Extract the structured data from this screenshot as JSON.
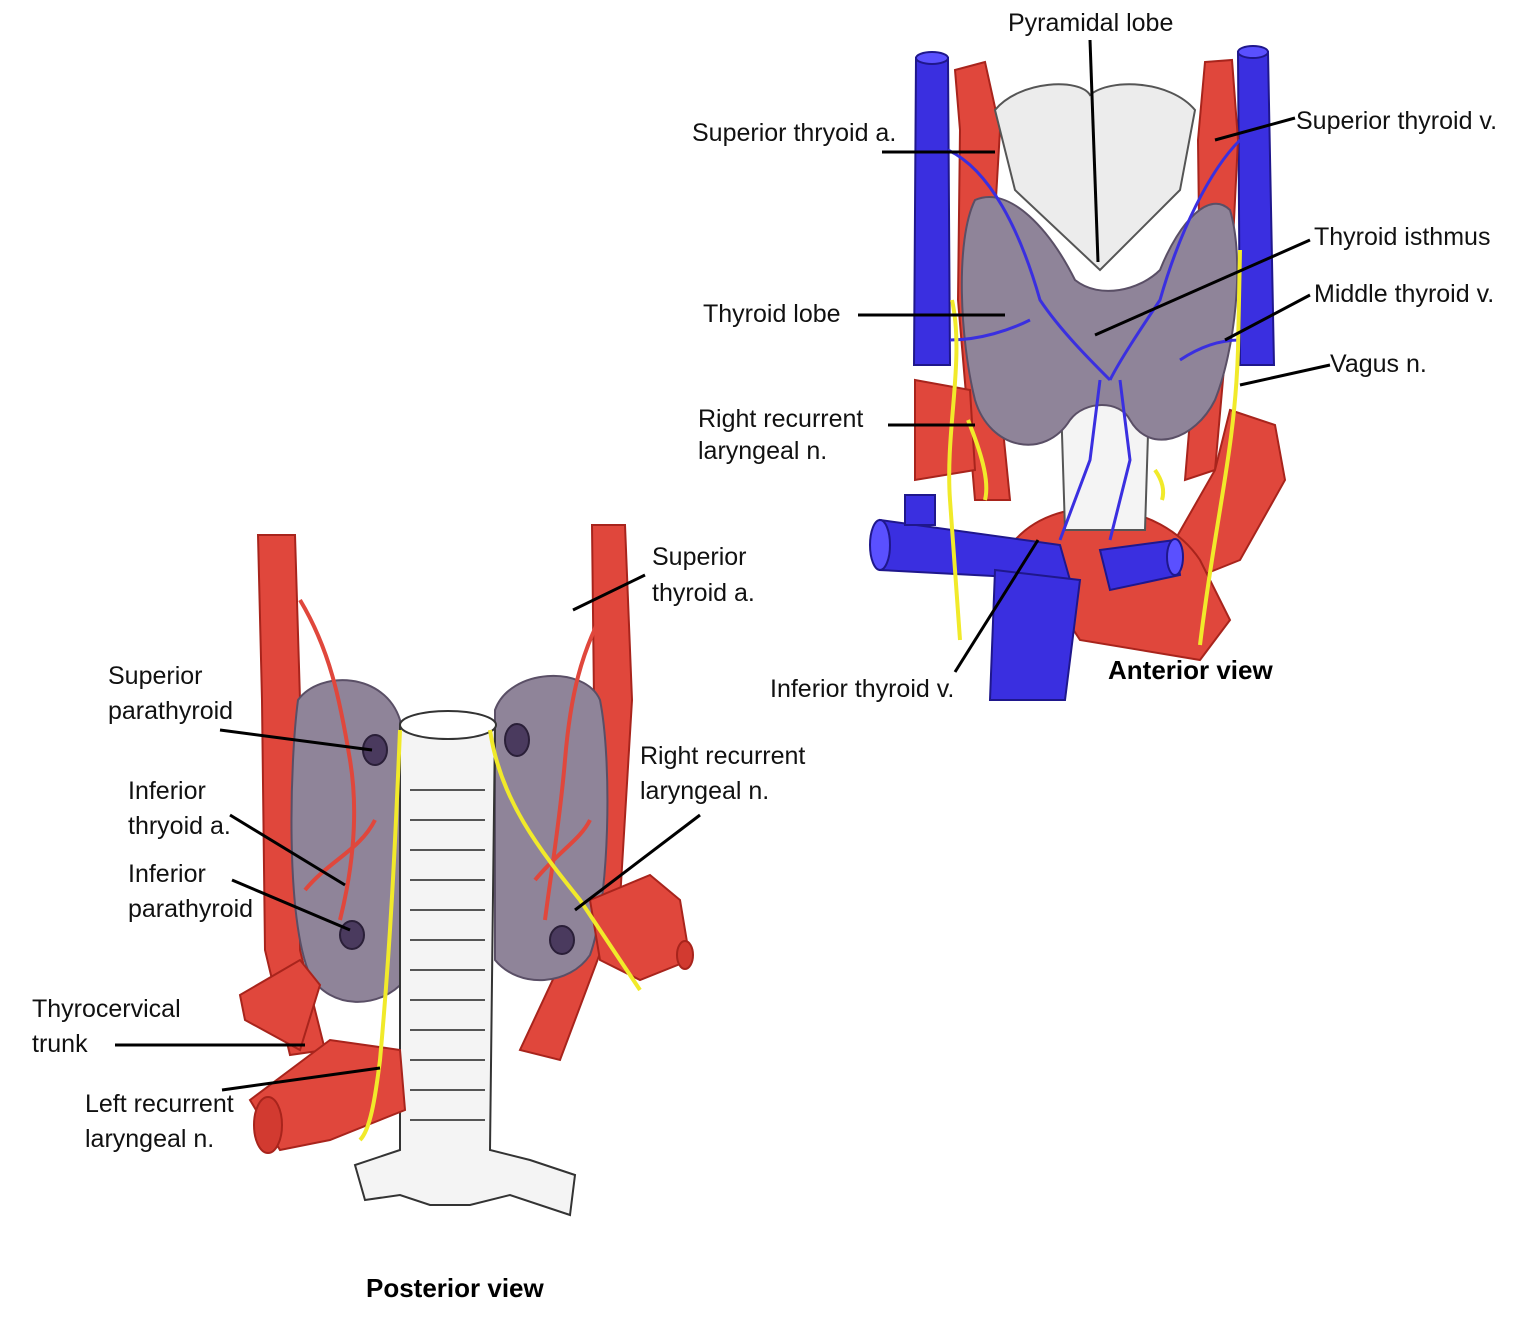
{
  "colors": {
    "artery": "#e0473c",
    "artery_dark": "#a8241c",
    "vein": "#3a2fe0",
    "vein_dark": "#1f178c",
    "thyroid": "#8f8499",
    "thyroid_dark": "#5a4f66",
    "parathyroid": "#4a3a5e",
    "nerve": "#f1ea2a",
    "trachea": "#f4f4f4",
    "leader": "#000000"
  },
  "anterior": {
    "title": "Anterior view",
    "labels": {
      "pyramidal_lobe": "Pyramidal lobe",
      "superior_thyroid_a": "Superior thryoid a.",
      "superior_thyroid_v": "Superior thyroid v.",
      "thyroid_isthmus": "Thyroid isthmus",
      "thyroid_lobe": "Thyroid lobe",
      "middle_thyroid_v": "Middle thyroid v.",
      "vagus_n": "Vagus n.",
      "right_recurrent_line1": "Right recurrent",
      "right_recurrent_line2": "laryngeal n.",
      "inferior_thyroid_v": "Inferior thyroid v."
    }
  },
  "posterior": {
    "title": "Posterior view",
    "labels": {
      "superior_thyroid_a_line1": "Superior",
      "superior_thyroid_a_line2": "thyroid a.",
      "superior_parathyroid_line1": "Superior",
      "superior_parathyroid_line2": "parathyroid",
      "right_recurrent_line1": "Right recurrent",
      "right_recurrent_line2": "laryngeal n.",
      "inferior_thyroid_a_line1": "Inferior",
      "inferior_thyroid_a_line2": "thryoid a.",
      "inferior_parathyroid_line1": "Inferior",
      "inferior_parathyroid_line2": "parathyroid",
      "thyrocervical_line1": "Thyrocervical",
      "thyrocervical_line2": "trunk",
      "left_recurrent_line1": "Left recurrent",
      "left_recurrent_line2": "laryngeal n."
    }
  }
}
